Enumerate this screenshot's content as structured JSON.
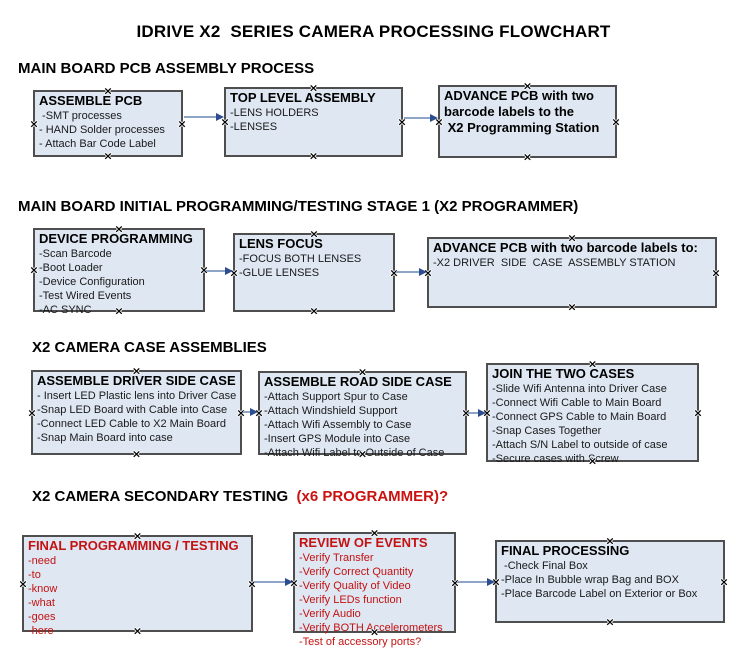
{
  "title": "IDRIVE X2  SERIES CAMERA PROCESSING FLOWCHART",
  "colors": {
    "box_fill": "#dee7f2",
    "box_border": "#4e4e4e",
    "arrow_line": "#8fa5c8",
    "arrow_head": "#2d4d8f",
    "red_text": "#c41212",
    "black_text": "#000000",
    "background": "#ffffff"
  },
  "icons": {
    "connection_anchor": "×",
    "arrow_head": "right-pointing-triangle"
  },
  "sections": [
    {
      "heading": "MAIN BOARD PCB ASSEMBLY PROCESS",
      "boxes": [
        {
          "title": "ASSEMBLE PCB",
          "lines": [
            " -SMT processes",
            "- HAND Solder processes",
            "- Attach Bar Code Label"
          ]
        },
        {
          "title": "TOP LEVEL ASSEMBLY",
          "lines": [
            "-LENS HOLDERS",
            "-LENSES"
          ]
        },
        {
          "title_lines": [
            "ADVANCE PCB with two",
            "barcode labels to the",
            " X2 Programming Station"
          ]
        }
      ]
    },
    {
      "heading": "MAIN BOARD INITIAL PROGRAMMING/TESTING STAGE 1 (X2 PROGRAMMER)",
      "boxes": [
        {
          "title": "DEVICE PROGRAMMING",
          "lines": [
            "-Scan Barcode",
            "-Boot Loader",
            "-Device Configuration",
            "-Test Wired Events",
            "-AC SYNC"
          ]
        },
        {
          "title": "LENS FOCUS",
          "lines": [
            "-FOCUS BOTH LENSES",
            "-GLUE LENSES"
          ]
        },
        {
          "title": "ADVANCE PCB with two barcode labels to:",
          "lines": [
            "-X2 DRIVER  SIDE  CASE  ASSEMBLY STATION"
          ]
        }
      ]
    },
    {
      "heading": "X2 CAMERA CASE ASSEMBLIES",
      "boxes": [
        {
          "title": "ASSEMBLE DRIVER SIDE CASE",
          "lines": [
            "- Insert LED Plastic lens into Driver Case",
            "-Snap LED Board with Cable into Case",
            "-Connect LED Cable to X2 Main Board",
            "-Snap Main Board into case"
          ]
        },
        {
          "title": "ASSEMBLE ROAD SIDE CASE",
          "lines": [
            "-Attach Support Spur to Case",
            "-Attach Windshield Support",
            "-Attach Wifi Assembly to Case",
            "-Insert GPS Module into Case",
            "-Attach Wifi Label to Outside of Case"
          ]
        },
        {
          "title": "JOIN THE TWO CASES",
          "lines": [
            "-Slide Wifi Antenna into Driver Case",
            "-Connect Wifi Cable to Main Board",
            "-Connect GPS Cable to Main Board",
            "-Snap Cases Together",
            "-Attach S/N Label to outside of case",
            "-Secure cases with Screw"
          ]
        }
      ]
    },
    {
      "heading": "X2 CAMERA SECONDARY TESTING  ",
      "heading_red": "(x6 PROGRAMMER)?",
      "boxes": [
        {
          "title": "FINAL PROGRAMMING / TESTING",
          "lines": [
            "-need",
            "-to",
            "-know",
            "-what",
            "-goes",
            "-here"
          ]
        },
        {
          "title": "REVIEW OF EVENTS",
          "lines": [
            "-Verify Transfer",
            "-Verify Correct Quantity",
            "-Verify Quality of Video",
            "-Verify LEDs function",
            "-Verify Audio",
            "-Verify BOTH Accelerometers",
            "-Test of accessory ports?"
          ]
        },
        {
          "title": "FINAL PROCESSING",
          "lines": [
            " -Check Final Box",
            "-Place In Bubble wrap Bag and BOX",
            "-Place Barcode Label on Exterior or Box"
          ]
        }
      ]
    }
  ]
}
